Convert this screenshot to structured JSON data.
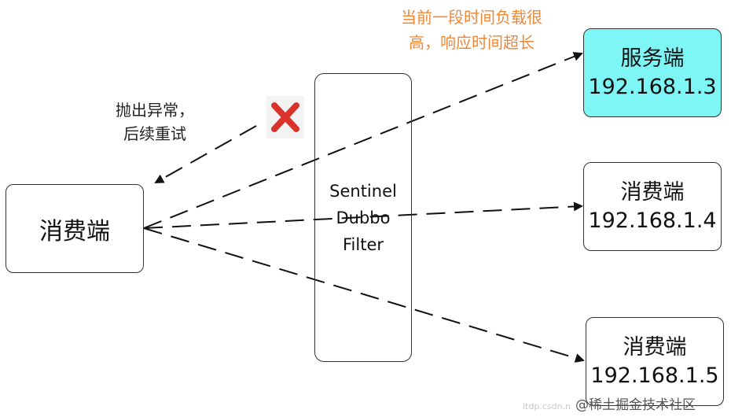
{
  "annotations": {
    "latency_note_line1": "当前一段时间负载很",
    "latency_note_line2": "高，响应时间超长",
    "retry_note_line1": "抛出异常，",
    "retry_note_line2": "后续重试"
  },
  "consumer": {
    "label": "消费端"
  },
  "filter": {
    "line1": "Sentinel",
    "line2": "Dubbo",
    "line3": "Filter"
  },
  "servers": [
    {
      "label": "服务端",
      "ip": "192.168.1.3",
      "highlight": true
    },
    {
      "label": "消费端",
      "ip": "192.168.1.4",
      "highlight": false
    },
    {
      "label": "消费端",
      "ip": "192.168.1.5",
      "highlight": false
    }
  ],
  "colors": {
    "highlight_fill": "#7ff6f6",
    "note_orange": "#f0883a",
    "reject_red": "#d9342b",
    "line": "#111111"
  },
  "icons": {
    "reject": "close-icon"
  },
  "watermark": {
    "faint": "itdp.csdn.n",
    "text": "@稀土掘金技术社区"
  }
}
